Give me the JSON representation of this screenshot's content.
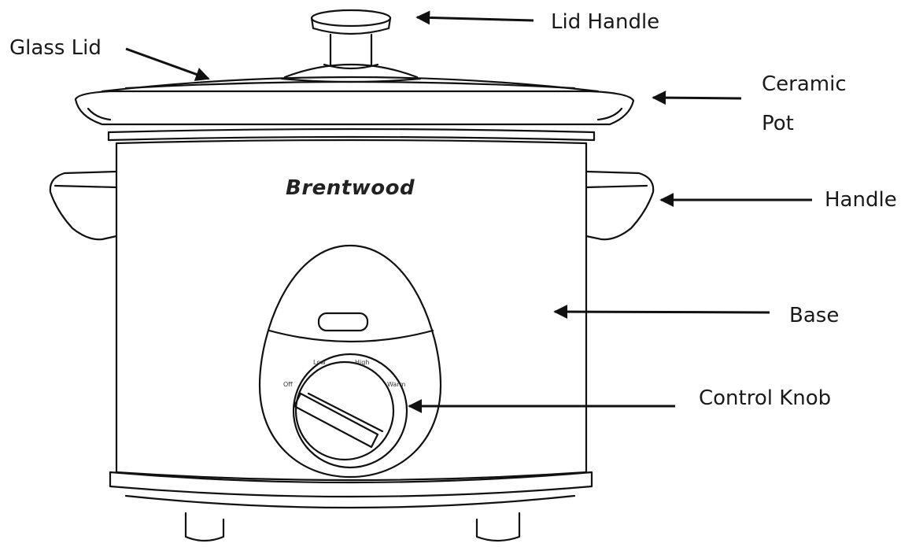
{
  "labels": {
    "lid_handle": "Lid Handle",
    "glass_lid": "Glass Lid",
    "ceramic_pot": "Ceramic Pot",
    "handle": "Handle",
    "base": "Base",
    "control_knob": "Control Knob"
  },
  "product": {
    "brand": "Brentwood"
  },
  "dial": {
    "low": "Low",
    "high": "High",
    "off": "Off",
    "warm": "Warm"
  },
  "colors": {
    "line": "#111111",
    "background": "#ffffff"
  }
}
